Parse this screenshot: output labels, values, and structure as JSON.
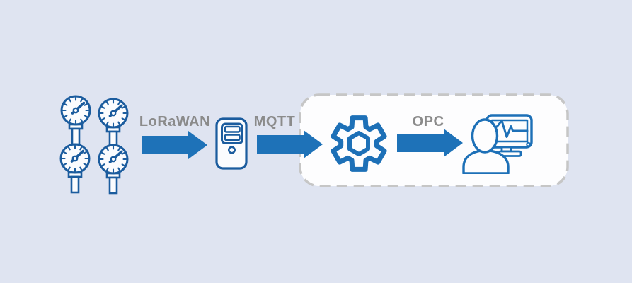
{
  "diagram": {
    "type": "data-flow-diagram",
    "background_color": "#dfe4f1",
    "colors": {
      "arrow_fill": "#1e72b8",
      "icon_stroke_dark": "#1b5c9e",
      "icon_stroke_bright": "#1d70b7",
      "label_text": "#8b8b8b",
      "dashed_box_fill": "#fdfdfe",
      "dashed_box_border": "#c6c6c6"
    },
    "nodes": [
      {
        "id": "sensors",
        "icon": "pressure-gauge-icon",
        "count": 4
      },
      {
        "id": "gateway",
        "icon": "server-tower-icon"
      },
      {
        "id": "processing",
        "icon": "gear-icon",
        "inside_dashed_box": true
      },
      {
        "id": "operator",
        "icon": "user-at-monitor-icon",
        "inside_dashed_box": true
      }
    ],
    "arrows": [
      {
        "label": "LoRaWAN",
        "from": "sensors",
        "to": "gateway"
      },
      {
        "label": "MQTT",
        "from": "gateway",
        "to": "processing"
      },
      {
        "label": "OPC",
        "from": "processing",
        "to": "operator"
      }
    ]
  }
}
